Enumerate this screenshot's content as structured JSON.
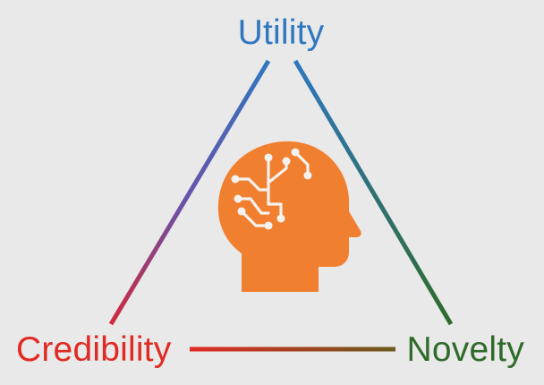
{
  "labels": {
    "top": "Utility",
    "left": "Credibility",
    "right": "Novelty"
  },
  "icons": {
    "center": "brain-circuit-head-icon"
  },
  "colors": {
    "background": "#e9e9e9",
    "utility": "#2f78c0",
    "credibility": "#e02a23",
    "novelty": "#2f6b2a",
    "head": "#f08030",
    "circuit": "#f4f1ee",
    "edge_left_top": "#2f78c0",
    "edge_left_mid": "#6b4fa8",
    "edge_left_bottom": "#d02a3a",
    "edge_right_top": "#2f78c0",
    "edge_right_bottom": "#2f6b2a",
    "edge_bottom_left": "#e02a23",
    "edge_bottom_right": "#6b5a1e"
  }
}
